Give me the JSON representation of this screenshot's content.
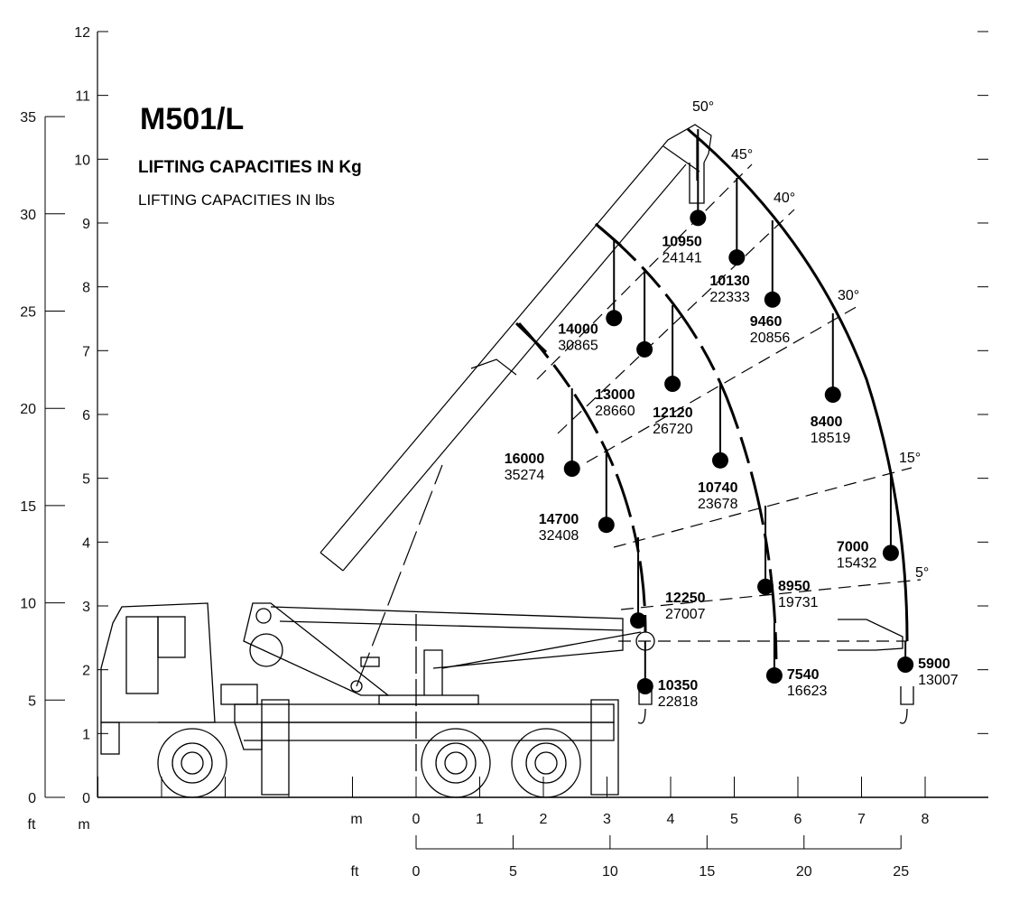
{
  "title": "M501/L",
  "subtitle_kg": "LIFTING CAPACITIES IN Kg",
  "subtitle_lbs": "LIFTING CAPACITIES IN lbs",
  "axes": {
    "left_m_ticks": [
      "0",
      "1",
      "2",
      "3",
      "4",
      "5",
      "6",
      "7",
      "8",
      "9",
      "10",
      "11",
      "12"
    ],
    "left_ft_ticks": [
      "0",
      "5",
      "10",
      "15",
      "20",
      "25",
      "30",
      "35"
    ],
    "bottom_m_ticks": [
      "0",
      "1",
      "2",
      "3",
      "4",
      "5",
      "6",
      "7",
      "8"
    ],
    "bottom_ft_ticks": [
      "0",
      "5",
      "10",
      "15",
      "20",
      "25"
    ],
    "unit_ft": "ft",
    "unit_m": "m"
  },
  "angles": [
    "50°",
    "45°",
    "40°",
    "30°",
    "15°",
    "5°"
  ],
  "chart_data": {
    "type": "scatter",
    "xlabel": "m",
    "ylabel": "m",
    "xlim": [
      -5,
      9
    ],
    "ylim": [
      0,
      12
    ],
    "loads": [
      {
        "x": 4.43,
        "y": 9.08,
        "kg": "10950",
        "lbs": "24141"
      },
      {
        "x": 5.04,
        "y": 8.46,
        "kg": "10130",
        "lbs": "22333"
      },
      {
        "x": 5.6,
        "y": 7.8,
        "kg": "9460",
        "lbs": "20856"
      },
      {
        "x": 6.55,
        "y": 6.31,
        "kg": "8400",
        "lbs": "18519"
      },
      {
        "x": 3.11,
        "y": 7.51,
        "kg": "14000",
        "lbs": "30865"
      },
      {
        "x": 3.59,
        "y": 7.02,
        "kg": "13000",
        "lbs": "28660"
      },
      {
        "x": 4.03,
        "y": 6.48,
        "kg": "12120",
        "lbs": "26720"
      },
      {
        "x": 4.78,
        "y": 5.28,
        "kg": "10740",
        "lbs": "23678"
      },
      {
        "x": 2.45,
        "y": 5.15,
        "kg": "16000",
        "lbs": "35274"
      },
      {
        "x": 2.99,
        "y": 4.27,
        "kg": "14700",
        "lbs": "32408"
      },
      {
        "x": 3.49,
        "y": 2.77,
        "kg": "12250",
        "lbs": "27007"
      },
      {
        "x": 5.49,
        "y": 3.3,
        "kg": "8950",
        "lbs": "19731"
      },
      {
        "x": 7.46,
        "y": 3.83,
        "kg": "7000",
        "lbs": "15432"
      },
      {
        "x": 3.6,
        "y": 1.74,
        "kg": "10350",
        "lbs": "22818"
      },
      {
        "x": 5.63,
        "y": 1.91,
        "kg": "7540",
        "lbs": "16623"
      },
      {
        "x": 7.69,
        "y": 2.08,
        "kg": "5900",
        "lbs": "13007"
      }
    ]
  }
}
